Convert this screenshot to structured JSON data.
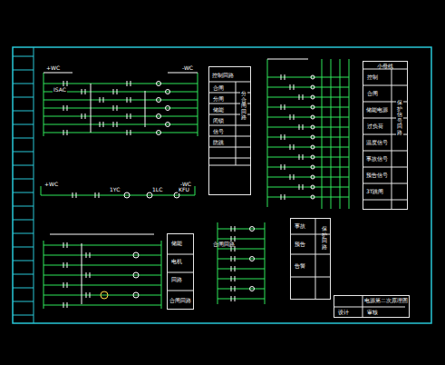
{
  "diagram": {
    "nodes": [
      {
        "text": [
          "合闸回路"
        ]
      },
      {
        "text": [
          "小母线"
        ]
      },
      {
        "text": [
          "合闸回路"
        ]
      },
      {
        "text": [
          "保护回路"
        ]
      },
      {
        "text": [
          "电源第二次原理图"
        ]
      }
    ],
    "labels": [
      "ISAC",
      "+WC",
      "-WC",
      "+WC",
      "-WC",
      "1YC",
      "1LC",
      "KFU",
      "控制回路",
      "合闸",
      "分闸",
      "储能",
      "闭锁",
      "信号",
      "防跳",
      "分合闸回路",
      "控制",
      "合闸",
      "储能电源",
      "过负荷",
      "温度信号",
      "事故信号",
      "预告信号",
      "3T跳闸",
      "保护信号回路",
      "储能",
      "电机",
      "回路",
      "事故",
      "预告",
      "告警",
      "设计",
      "审核"
    ]
  }
}
